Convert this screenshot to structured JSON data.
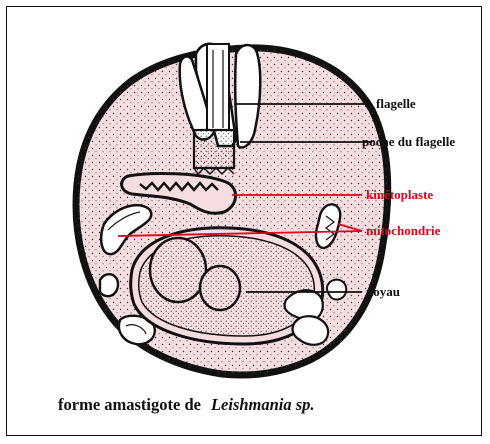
{
  "colors": {
    "cell_fill": "#f5dde0",
    "outline": "#111111",
    "accent": "#e0001b"
  },
  "labels": {
    "flagelle": "flagelle",
    "poche": "poche du flagelle",
    "kinetoplaste": "kinétoplaste",
    "mitochondrie": "mitochondrie",
    "noyau": "noyau"
  },
  "caption": {
    "text": "forme amastigote de",
    "species": "Leishmania sp."
  }
}
